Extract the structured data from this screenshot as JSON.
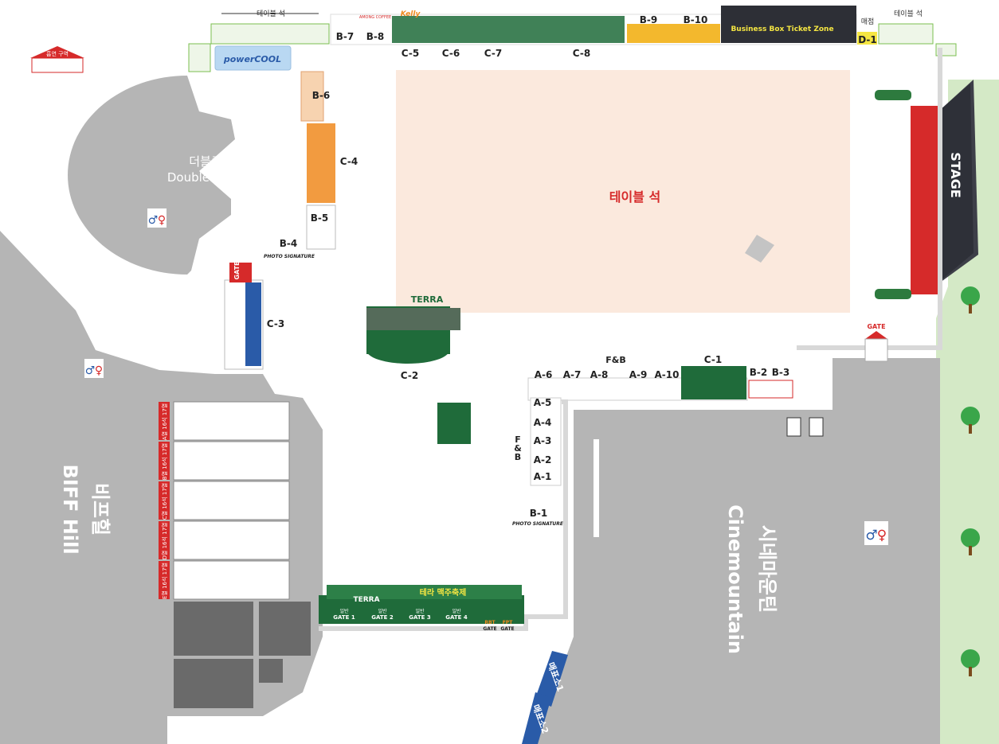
{
  "colors": {
    "ground": "#b5b5b5",
    "table_area": "#fbe9dd",
    "stage_red": "#d62a2a",
    "stage_dark": "#3d3f48",
    "grass": "#d4e9c6",
    "terra_green": "#1f6b3a",
    "booth_orange": "#f08a1f",
    "gate_red": "#d62a2a",
    "ticket_blue": "#2a5ba8"
  },
  "venue": {
    "double_cone_ko": "더블콘",
    "double_cone_en": "Double Cone",
    "biff_hill_ko": "비프힐",
    "biff_hill_en": "BIFF Hill",
    "cinemountain_ko": "시네마운틴",
    "cinemountain_en": "Cinemountain",
    "table_area_label": "테이블 석",
    "stage_label": "STAGE"
  },
  "top_labels": {
    "table_seat_left": "테이블 석",
    "table_seat_right": "테이블 석",
    "ticket_office": "매점",
    "smoking_area": "흡연 구역",
    "business_box": "Business Box  Ticket Zone"
  },
  "booths": {
    "B-7": "B-7",
    "B-8": "B-8",
    "B-9": "B-9",
    "B-10": "B-10",
    "C-5": "C-5",
    "C-6": "C-6",
    "C-7": "C-7",
    "C-8": "C-8",
    "D-1": "D-1",
    "B-6": "B-6",
    "B-5": "B-5",
    "B-4": "B-4",
    "C-4": "C-4",
    "C-3": "C-3",
    "C-2": "C-2",
    "C-1": "C-1",
    "A-6": "A-6",
    "A-7": "A-7",
    "A-8": "A-8",
    "A-9": "A-9",
    "A-10": "A-10",
    "B-2": "B-2",
    "B-3": "B-3",
    "A-5": "A-5",
    "A-4": "A-4",
    "A-3": "A-3",
    "A-2": "A-2",
    "A-1": "A-1",
    "B-1": "B-1"
  },
  "brands": {
    "powercool": "powerCOOL",
    "terra": "TERRA",
    "hotel_brand": "Kelly",
    "amongcoffee": "AMONG COFFEE"
  },
  "fnb": {
    "top": "F&B",
    "side_f": "F",
    "side_amp": "&",
    "side_b": "B"
  },
  "photo_signature": "PHOTO SIGNATURE",
  "gates": {
    "gate_left": "GATE",
    "gate_right": "GATE",
    "main_gate_1": "GATE 1",
    "main_gate_2": "GATE 2",
    "main_gate_3": "GATE 3",
    "main_gate_4": "GATE 4",
    "gate_prefix": "일반",
    "rbt_gate_top": "RBT",
    "rbt_gate_bottom": "GATE",
    "fpt_gate_top": "FPT",
    "fpt_gate_bottom": "GATE",
    "festival_title": "테라 맥주축제"
  },
  "ticket_booths": {
    "ticket_1": "매표소1",
    "ticket_2": "매표소2"
  },
  "seat_rows": [
    "A열 16석 17열",
    "B열 16석 17열",
    "C열 16석 17열",
    "D열 16석 17열",
    "E열 16석 17열"
  ]
}
